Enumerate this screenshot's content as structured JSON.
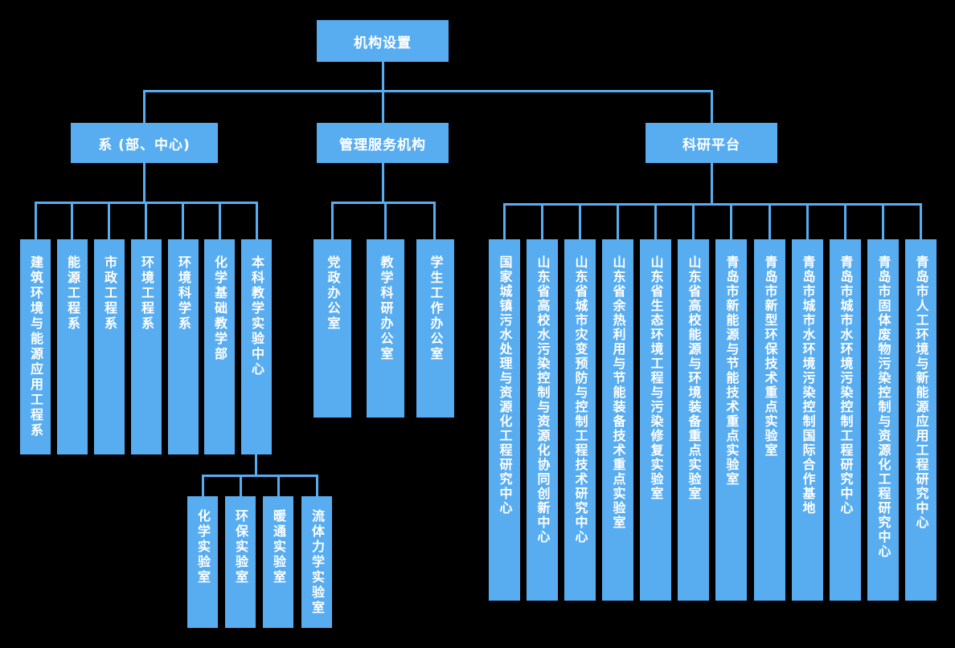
{
  "colors": {
    "background": "#000000",
    "node_fill": "#58adf1",
    "node_text": "#ffffff",
    "connector": "#58adf1"
  },
  "root": {
    "label": "机构设置"
  },
  "branches": [
    {
      "label": "系 (部、中心)",
      "children": [
        "建筑环境与能源应用工程系",
        "能源工程系",
        "市政工程系",
        "环境工程系",
        "环境科学系",
        "化学基础教学部",
        "本科教学实验中心"
      ]
    },
    {
      "label": "管理服务机构",
      "children": [
        "党政办公室",
        "教学科研办公室",
        "学生工作办公室"
      ]
    },
    {
      "label": "科研平台",
      "children": [
        "国家城镇污水处理与资源化工程研究中心",
        "山东省高校水污染控制与资源化协同创新中心",
        "山东省城市灾变预防与控制工程技术研究中心",
        "山东省余热利用与节能装备技术重点实验室",
        "山东省生态环境工程与污染修复实验室",
        "山东省高校能源与环境装备重点实验室",
        "青岛市新能源与节能技术重点实验室",
        "青岛市新型环保技术重点实验室",
        "青岛市城市水环境污染控制国际合作基地",
        "青岛市城市水环境污染控制工程研究中心",
        "青岛市固体废物污染控制与资源化工程研究中心",
        "青岛市人工环境与新能源应用工程研究中心"
      ]
    }
  ],
  "sub_branch": {
    "parent": "本科教学实验中心",
    "children": [
      "化学实验室",
      "环保实验室",
      "暖通实验室",
      "流体力学实验室"
    ]
  }
}
